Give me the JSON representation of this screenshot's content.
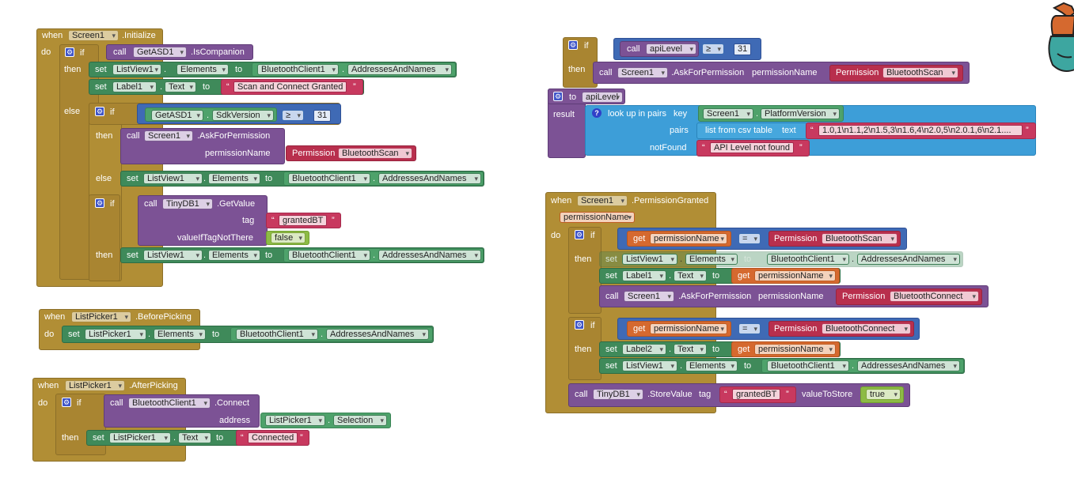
{
  "words": {
    "when": "when",
    "do": "do",
    "if": "if",
    "then": "then",
    "else": "else",
    "call": "call",
    "set": "set",
    "to": "to",
    "get": "get",
    "result": "result",
    "tag": "tag",
    "valueIfTagNotThere": "valueIfTagNotThere",
    "address": "address",
    "permissionName": "permissionName",
    "valueToStore": "valueToStore",
    "key": "key",
    "pairs": "pairs",
    "notFound": "notFound",
    "look_up": "look up in pairs",
    "list_from_csv": "list from csv table",
    "text": "text",
    "dot": ".",
    "quote_open": "“",
    "quote_close": "”"
  },
  "block1": {
    "component": "Screen1",
    "event": ".Initialize",
    "call_target": "GetASD1",
    "call_method": ".IsCompanion",
    "lv": "ListView1",
    "elements": "Elements",
    "bt": "BluetoothClient1",
    "addr": "AddressesAndNames",
    "label": "Label1",
    "text_prop": "Text",
    "granted_str": "Scan and Connect Granted",
    "sdk_target": "GetASD1",
    "sdk_prop": "SdkVersion",
    "ge": "≥",
    "num31": "31",
    "screen": "Screen1",
    "ask": ".AskForPermission",
    "perm": "Permission",
    "scan": "BluetoothScan",
    "tinydb": "TinyDB1",
    "getvalue": ".GetValue",
    "grantedBT": "grantedBT",
    "false_lit": "false"
  },
  "block2": {
    "component": "ListPicker1",
    "event": ".BeforePicking",
    "lp": "ListPicker1",
    "elements": "Elements",
    "bt": "BluetoothClient1",
    "addr": "AddressesAndNames"
  },
  "block3": {
    "component": "ListPicker1",
    "event": ".AfterPicking",
    "bt": "BluetoothClient1",
    "connect": ".Connect",
    "lp": "ListPicker1",
    "selection": "Selection",
    "text_prop": "Text",
    "connected": "Connected"
  },
  "block4": {
    "call": "call",
    "apiLevel": "apiLevel",
    "ge": "≥",
    "num31": "31",
    "screen": "Screen1",
    "ask": ".AskForPermission",
    "perm": "Permission",
    "scan": "BluetoothScan"
  },
  "block5": {
    "proc_name": "apiLevel",
    "screen": "Screen1",
    "platform": "PlatformVersion",
    "csv": "1.0,1\\n1.1,2\\n1.5,3\\n1.6,4\\n2.0,5\\n2.0.1,6\\n2.1....",
    "notfound_str": "API Level not found"
  },
  "block6": {
    "component": "Screen1",
    "event": ".PermissionGranted",
    "param": "permissionName",
    "eq": "=",
    "perm": "Permission",
    "scan": "BluetoothScan",
    "connect": "BluetoothConnect",
    "lv": "ListView1",
    "elements": "Elements",
    "bt": "BluetoothClient1",
    "addr": "AddressesAndNames",
    "label1": "Label1",
    "label2": "Label2",
    "text_prop": "Text",
    "screen": "Screen1",
    "ask": ".AskForPermission",
    "tinydb": "TinyDB1",
    "store": ".StoreValue",
    "grantedBT": "grantedBT",
    "true_lit": "true"
  },
  "colors": {
    "event": "#b18e35",
    "component_set": "#3f8a5a",
    "procedure": "#7c5295",
    "math": "#3a74c0",
    "text": "#c8395f",
    "variable": "#d5692f",
    "logic": "#8dbb45"
  }
}
